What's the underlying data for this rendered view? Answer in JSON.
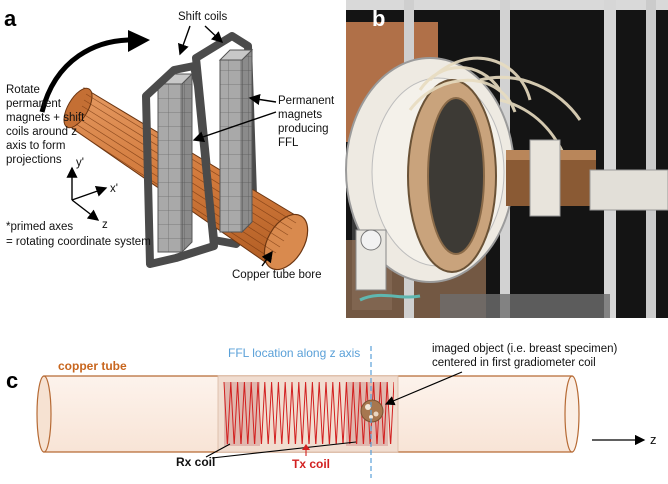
{
  "panel_a": {
    "letter": "a",
    "shift_coils": "Shift coils",
    "rotate_lines": [
      "Rotate",
      "permanent",
      "magnets + shift",
      "coils around z",
      "axis to form",
      "projections"
    ],
    "magnet_lines": [
      "Permanent",
      "magnets",
      "producing",
      "FFL"
    ],
    "axis_y": "y'",
    "axis_x": "x'",
    "axis_z": "z",
    "primed_lines": [
      "*primed axes",
      "= rotating coordinate system"
    ],
    "bore_label": "Copper tube bore"
  },
  "panel_b": {
    "letter": "b"
  },
  "panel_c": {
    "letter": "c",
    "copper_tube": "copper tube",
    "ffl_label": "FFL location along z axis",
    "object_lines": [
      "imaged object (i.e. breast specimen)",
      "centered in first gradiometer coil"
    ],
    "rx_label": "Rx coil",
    "tx_label": "Tx coil",
    "z_label": "z",
    "colors": {
      "copper_text": "#c8661e",
      "ffl_line": "#5aa0d8",
      "tx_coil": "#d22020",
      "tube_fill": "#fbeee4"
    }
  }
}
